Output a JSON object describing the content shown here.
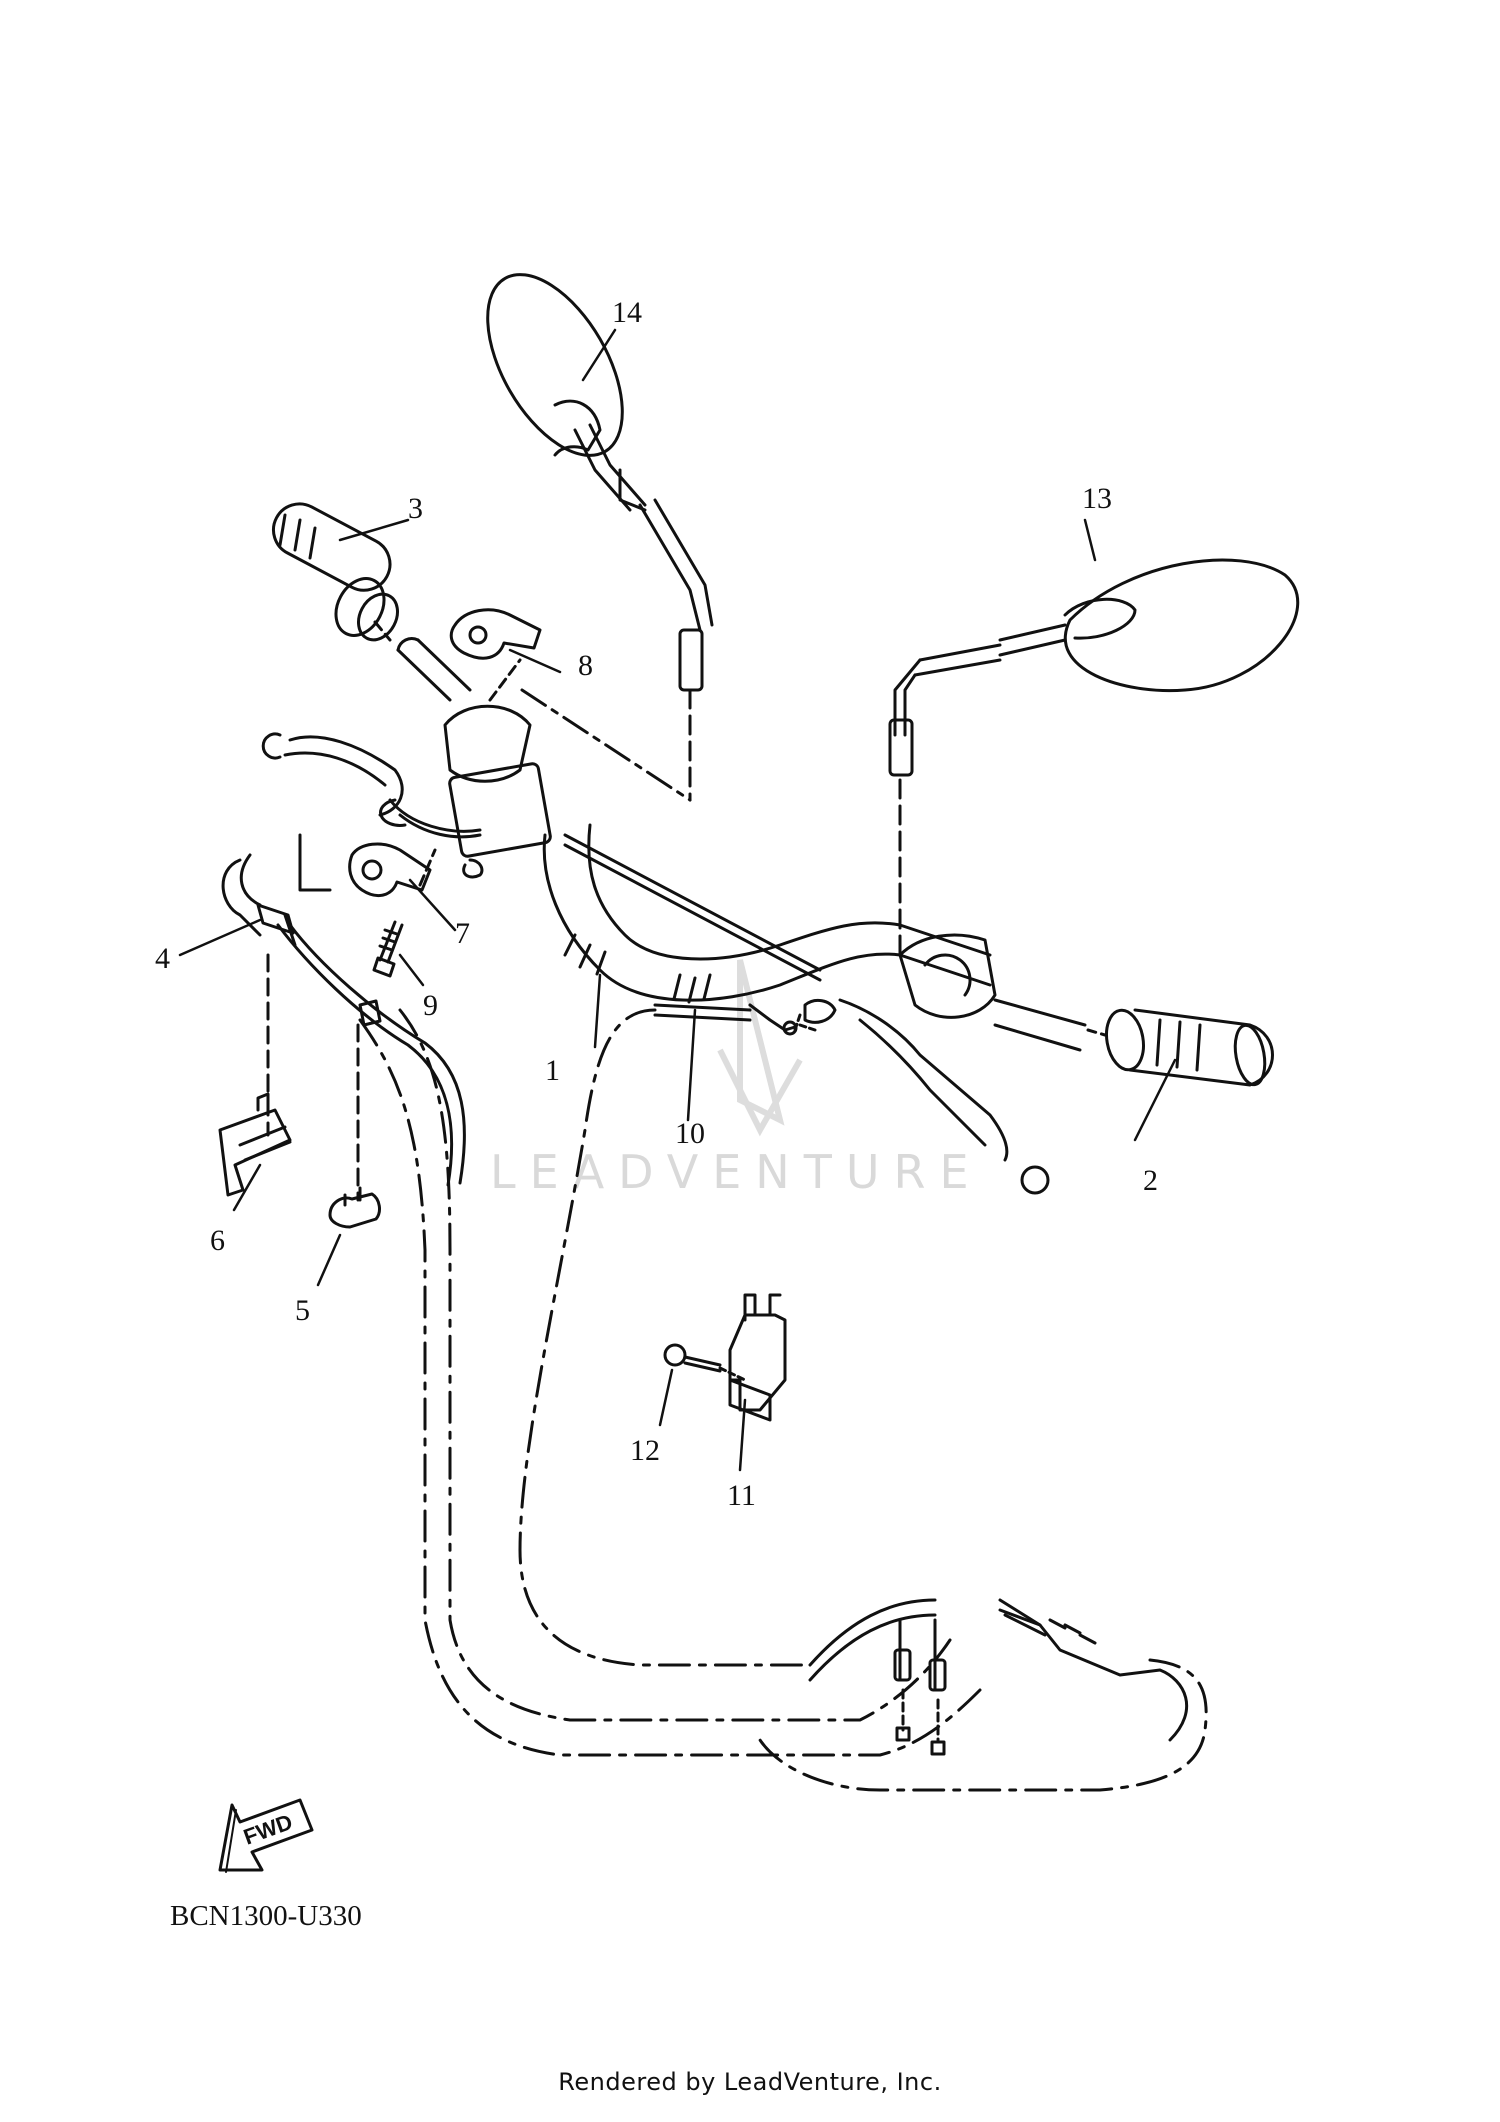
{
  "diagram": {
    "callouts": [
      {
        "id": "1",
        "label": "1"
      },
      {
        "id": "2",
        "label": "2"
      },
      {
        "id": "3",
        "label": "3"
      },
      {
        "id": "4",
        "label": "4"
      },
      {
        "id": "5",
        "label": "5"
      },
      {
        "id": "6",
        "label": "6"
      },
      {
        "id": "7",
        "label": "7"
      },
      {
        "id": "8",
        "label": "8"
      },
      {
        "id": "9",
        "label": "9"
      },
      {
        "id": "10",
        "label": "10"
      },
      {
        "id": "11",
        "label": "11"
      },
      {
        "id": "12",
        "label": "12"
      },
      {
        "id": "13",
        "label": "13"
      },
      {
        "id": "14",
        "label": "14"
      }
    ],
    "fwd_label": "FWD",
    "diagram_code": "BCN1300-U330",
    "watermark": "LEADVENTURE"
  },
  "footer": {
    "rendered_by": "Rendered by LeadVenture, Inc."
  },
  "colors": {
    "line": "#111111",
    "watermark": "#d9d9d9",
    "background": "#ffffff"
  }
}
